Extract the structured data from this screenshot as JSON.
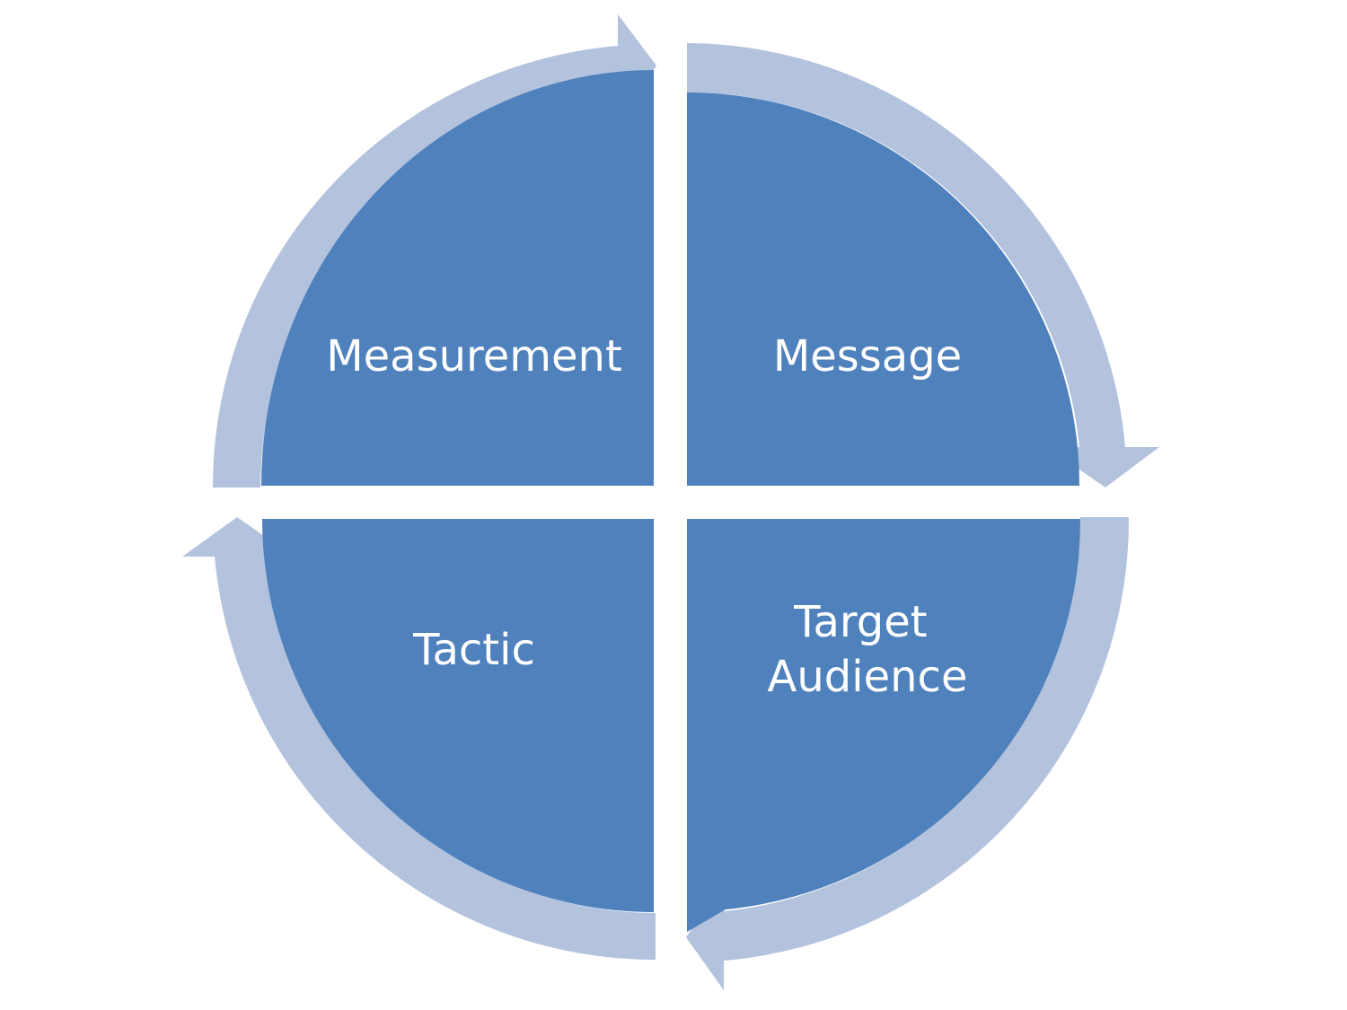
{
  "diagram": {
    "type": "cycle",
    "colors": {
      "quadrant_fill": "#4F81BD",
      "arrow_fill": "#B3C2DD",
      "label_text": "#FFFFFF",
      "background": "#FFFFFF"
    },
    "quadrants": [
      {
        "position": "top-left",
        "lines": [
          "Measurement"
        ]
      },
      {
        "position": "top-right",
        "lines": [
          "Message"
        ]
      },
      {
        "position": "bottom-right",
        "lines": [
          "Target",
          "Audience"
        ]
      },
      {
        "position": "bottom-left",
        "lines": [
          "Tactic"
        ]
      }
    ],
    "arrow_direction": "clockwise"
  }
}
